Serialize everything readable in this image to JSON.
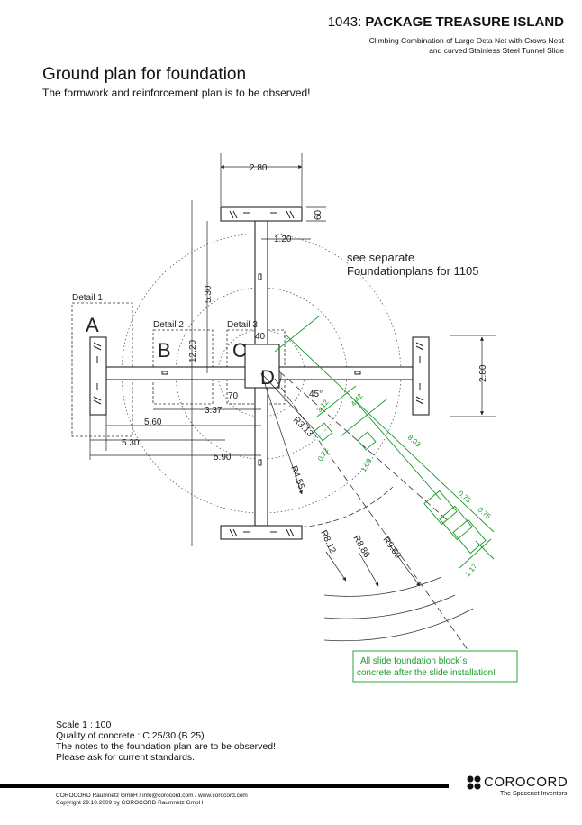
{
  "header": {
    "number": "1043:",
    "title": "PACKAGE TREASURE ISLAND",
    "subtitle_line1": "Climbing Combination of Large Octa Net with Crows Nest",
    "subtitle_line2": "and curved Stainless Steel Tunnel Slide"
  },
  "page": {
    "heading": "Ground plan for foundation",
    "subheading": "The formwork and reinforcement plan is to be observed!"
  },
  "drawing": {
    "detail_labels": [
      "Detail 1",
      "Detail 2",
      "Detail 3"
    ],
    "detail_letters": [
      "A",
      "B",
      "C",
      "D"
    ],
    "separate_note_line1": "see separate",
    "separate_note_line2": "Foundationplans for 1105",
    "dimensions": {
      "top_width": "2.80",
      "top_depth": "60",
      "offset_120": "1.20",
      "len_530_vertical": "5.30",
      "len_1220": "12.20",
      "right_width": "2.80",
      "len_40": "40",
      "len_70": "70",
      "len_337": "3.37",
      "len_560": "5.60",
      "len_530_horizontal": "5.30",
      "len_590": "5.90",
      "angle": "45°",
      "r313": "R3.13",
      "r455": "R4.55",
      "r812": "R8.12",
      "r886": "R8.86",
      "r960": "R9.60"
    },
    "slide_dimensions": {
      "d312": "3.12",
      "d442": "4.42",
      "d803": "8.03",
      "d022": "0.22",
      "d109": "1.09",
      "d075a": "0.75",
      "d075b": "0.75",
      "d117": "1.17"
    },
    "green_note_line1": "All slide foundation block´s",
    "green_note_line2": "concrete after the slide installation!"
  },
  "notes": [
    "Scale  1 : 100",
    "Quality of concrete : C 25/30 (B 25)",
    "The notes to the foundation plan are to be observed!",
    "Please ask for current standards."
  ],
  "footer": {
    "line1": "COROCORD Raumnetz GmbH / info@corocord.com / www.corocord.com",
    "line2": "Copyright 29.10.2009 by COROCORD Raumnetz GmbH",
    "logo_text": "COROCORD",
    "logo_tagline": "The Spacenet Inventors"
  },
  "colors": {
    "line": "#222222",
    "green": "#1a9a2a",
    "footer_bar": "#000000"
  },
  "icons": [
    "corocord-logo-icon"
  ]
}
